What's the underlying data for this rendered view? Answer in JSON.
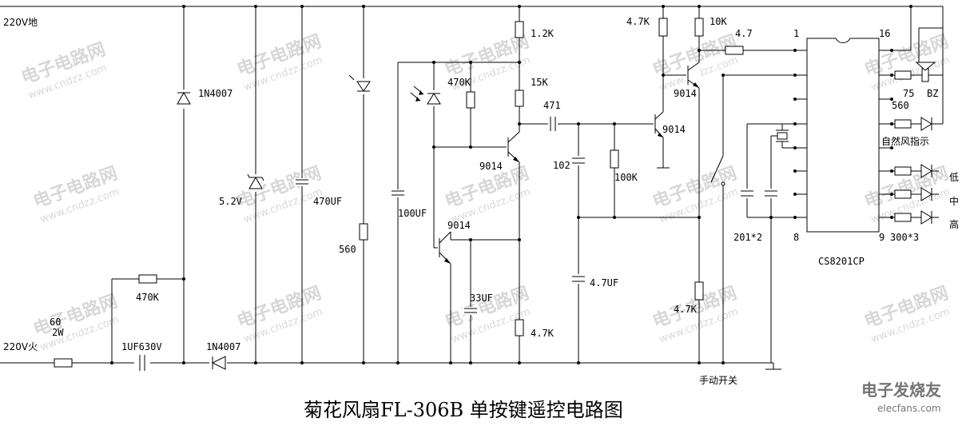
{
  "labels": {
    "ground_220v": "220V地",
    "live_220v": "220V火",
    "d1": "1N4007",
    "d2": "1N4007",
    "zener": "5.2V",
    "cap_main": "470UF",
    "res_560_a": "560",
    "res_470k_a": "470K",
    "res_60": "60",
    "res_60_w": "2W",
    "cap_1uf": "1UF630V",
    "cap_100uf": "100UF",
    "res_470k_b": "470K",
    "res_1_2k": "1.2K",
    "res_15k": "15K",
    "q1": "9014",
    "q2": "9014",
    "cap_33uf": "33UF",
    "res_4_7k_a": "4.7K",
    "cap_471": "471",
    "cap_102": "102",
    "res_100k": "100K",
    "cap_4_7uf": "4.7UF",
    "q3": "9014",
    "q4": "9014",
    "res_4_7k_b": "4.7K",
    "res_10k": "10K",
    "res_4_7": "4.7",
    "res_4_7k_c": "4.7K",
    "manual_switch": "手动开关",
    "caps_201": "201*2",
    "ic_pin1": "1",
    "ic_pin16": "16",
    "ic_pin8": "8",
    "ic_pin9": "9",
    "ic_name": "CS8201CP",
    "res_75": "75",
    "buzzer": "BZ",
    "res_560_b": "560",
    "natural_wind": "自然风指示",
    "speed_low": "低",
    "speed_mid": "中",
    "speed_high": "高",
    "res_300x3": "300*3"
  },
  "title": "菊花风扇FL-306B  单按键遥控电路图",
  "watermark": {
    "cn": "电子电路网",
    "url": "www.cndzz.com"
  },
  "logo": {
    "cn": "电子发烧友",
    "url": "elecfans.com"
  }
}
